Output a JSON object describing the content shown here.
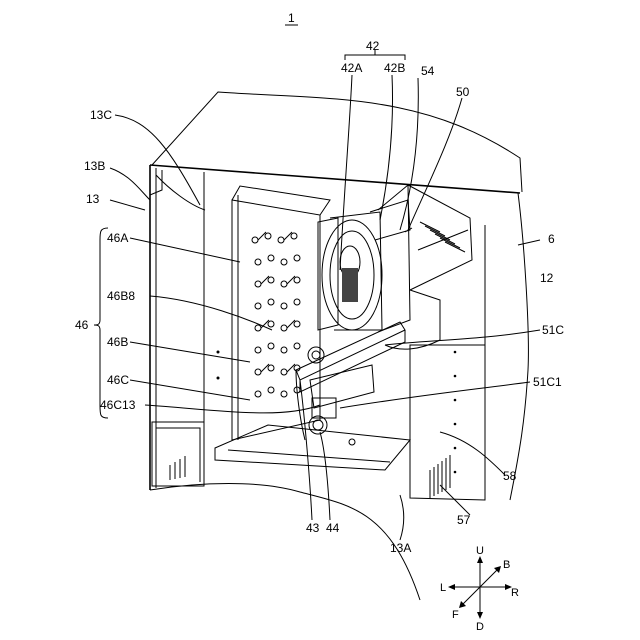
{
  "figure": {
    "ref": "1"
  },
  "labels": {
    "l42": "42",
    "l42A": "42A",
    "l42B": "42B",
    "l54": "54",
    "l50": "50",
    "l13C": "13C",
    "l13B": "13B",
    "l13": "13",
    "l6": "6",
    "l12": "12",
    "l46A": "46A",
    "l46B8": "46B8",
    "l46": "46",
    "l46B": "46B",
    "l46C": "46C",
    "l46C13": "46C13",
    "l51C": "51C",
    "l51C1": "51C1",
    "l58": "58",
    "l57": "57",
    "l43": "43",
    "l44": "44",
    "l13A": "13A"
  },
  "directions": {
    "up": "U",
    "down": "D",
    "left": "L",
    "right": "R",
    "front": "F",
    "back": "B"
  }
}
